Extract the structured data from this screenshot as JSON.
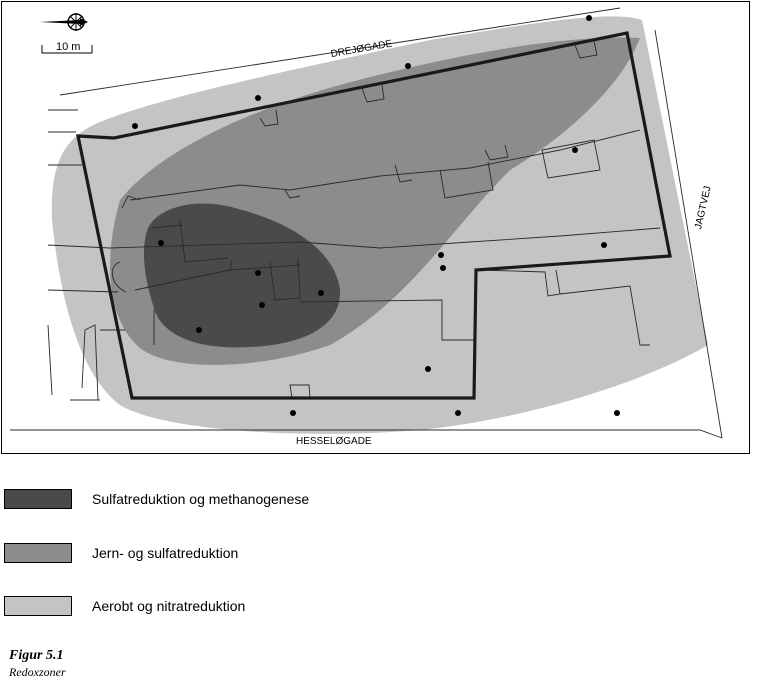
{
  "map": {
    "scale_label": "10 m",
    "north_arrow_icon": "north-arrow-icon",
    "streets": {
      "top": "DREJØGADE",
      "bottom": "HESSELØGADE",
      "right": "JAGTVEJ"
    },
    "colors": {
      "zone_sulfat_methan": "#4a4a4a",
      "zone_jern_sulfat": "#8c8c8c",
      "zone_aerob_nitrat": "#c4c4c4",
      "site_boundary": "#1a1a1a",
      "buildings": "#2a2a2a",
      "wells": "#000000"
    }
  },
  "legend": [
    {
      "label": "Sulfatreduktion og methanogenese",
      "color": "#4a4a4a"
    },
    {
      "label": "Jern- og sulfatreduktion",
      "color": "#8c8c8c"
    },
    {
      "label": "Aerobt og nitratreduktion",
      "color": "#c4c4c4"
    }
  ],
  "caption": {
    "title": "Figur 5.1",
    "subtitle": "Redoxzoner"
  }
}
